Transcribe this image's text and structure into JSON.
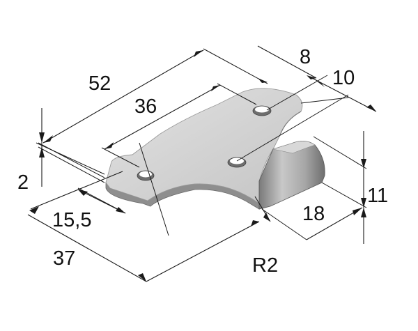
{
  "drawing": {
    "colors": {
      "background": "#ffffff",
      "part_top": "#d0d0d0",
      "part_edge": "#8a8a8a",
      "dim_line": "#1a1a1a"
    },
    "dimensions": {
      "overall_length": "52",
      "hole_spacing": "36",
      "top_hole_offset": "8",
      "top_width": "10",
      "thickness": "2",
      "side_offset": "15,5",
      "overall_depth": "37",
      "bend_radius": "R2",
      "lip_length": "18",
      "lip_height": "11"
    }
  }
}
